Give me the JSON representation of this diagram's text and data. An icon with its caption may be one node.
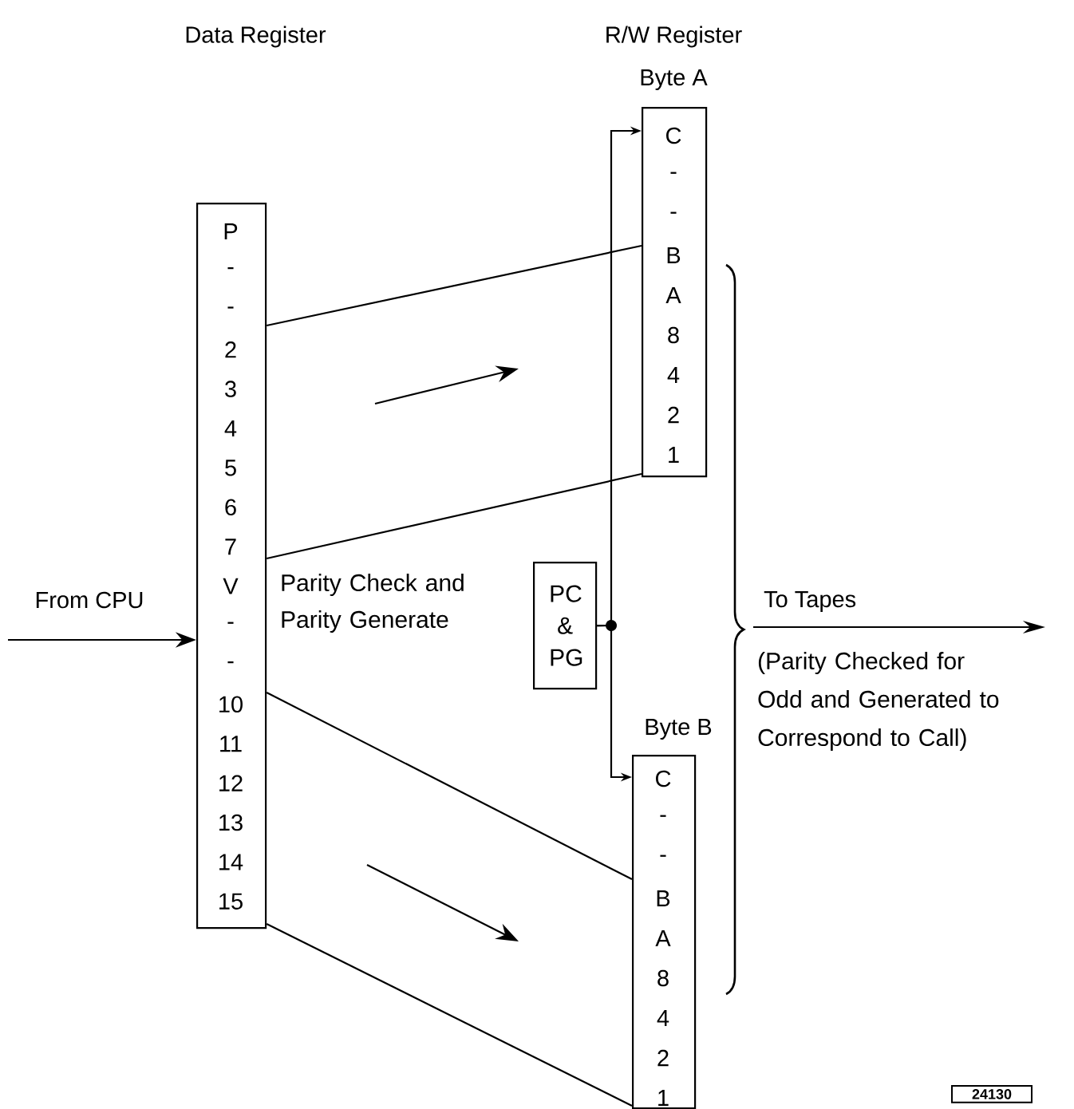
{
  "diagram": {
    "nodes": [
      {
        "text": [
          "Data Register",
          "P",
          "-",
          "-",
          "2",
          "3",
          "4",
          "5",
          "6",
          "7",
          "V",
          "-",
          "-",
          "10",
          "11",
          "12",
          "13",
          "14",
          "15"
        ]
      },
      {
        "text": [
          "Byte A",
          "C",
          "-",
          "-",
          "B",
          "A",
          "8",
          "4",
          "2",
          "1"
        ]
      },
      {
        "text": [
          "PC & PG"
        ]
      },
      {
        "text": [
          "Byte B",
          "C",
          "-",
          "-",
          "B",
          "A",
          "8",
          "4",
          "2",
          "1"
        ]
      }
    ],
    "edges": [
      {
        "from": null,
        "to": 0,
        "arrow": "to",
        "label": "From CPU"
      },
      {
        "from": 0,
        "to": 1,
        "arrow": "none"
      },
      {
        "from": 0,
        "to": 1,
        "arrow": "none"
      },
      {
        "from": 0,
        "to": 3,
        "arrow": "none"
      },
      {
        "from": 0,
        "to": 3,
        "arrow": "none"
      },
      {
        "from": 2,
        "to": 1,
        "arrow": "to"
      },
      {
        "from": 2,
        "to": 3,
        "arrow": "to"
      }
    ],
    "labels": [
      "R/W Register",
      "Parity Check and Parity Generate",
      "To Tapes",
      "(Parity Checked for Odd and Generated to Correspond to Call)",
      "24130"
    ]
  }
}
